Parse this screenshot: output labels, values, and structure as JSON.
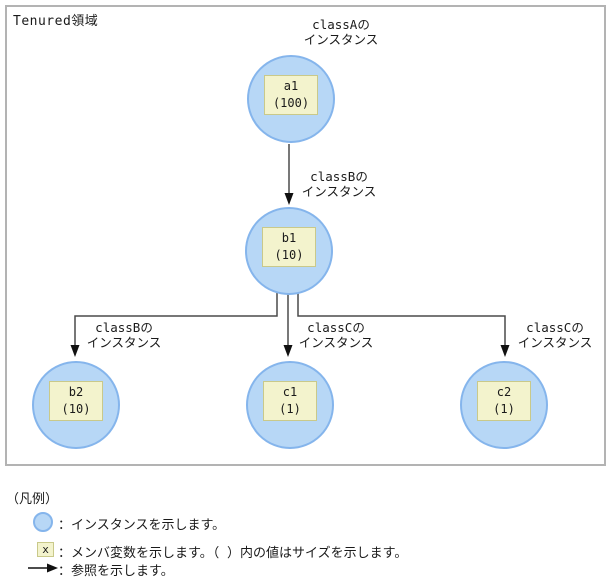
{
  "diagram": {
    "region_label": "Tenured領域",
    "nodes": [
      {
        "id": "a1",
        "label": "a1",
        "size": "(100)",
        "class_line1": "classAの",
        "class_line2": "インスタンス"
      },
      {
        "id": "b1",
        "label": "b1",
        "size": "(10)",
        "class_line1": "classBの",
        "class_line2": "インスタンス"
      },
      {
        "id": "b2",
        "label": "b2",
        "size": "(10)",
        "class_line1": "classBの",
        "class_line2": "インスタンス"
      },
      {
        "id": "c1",
        "label": "c1",
        "size": "(1)",
        "class_line1": "classCの",
        "class_line2": "インスタンス"
      },
      {
        "id": "c2",
        "label": "c2",
        "size": "(1)",
        "class_line1": "classCの",
        "class_line2": "インスタンス"
      }
    ]
  },
  "legend": {
    "title": "（凡例）",
    "member_box_symbol": "x",
    "items": [
      {
        "icon": "instance-circle-icon",
        "text": "：インスタンスを示します。"
      },
      {
        "icon": "member-box-icon",
        "text": "：メンバ変数を示します。（ ）内の値はサイズを示します。"
      },
      {
        "icon": "reference-arrow-icon",
        "text": "：参照を示します。"
      }
    ]
  },
  "colors": {
    "instance_fill": "#b7d7f6",
    "instance_border": "#85b5ec",
    "member_box_fill": "#f3f3cd",
    "member_box_border": "#c9c98a",
    "frame_border": "#b3b3b3",
    "line": "#4a4a4a",
    "arrowhead": "#111111"
  }
}
